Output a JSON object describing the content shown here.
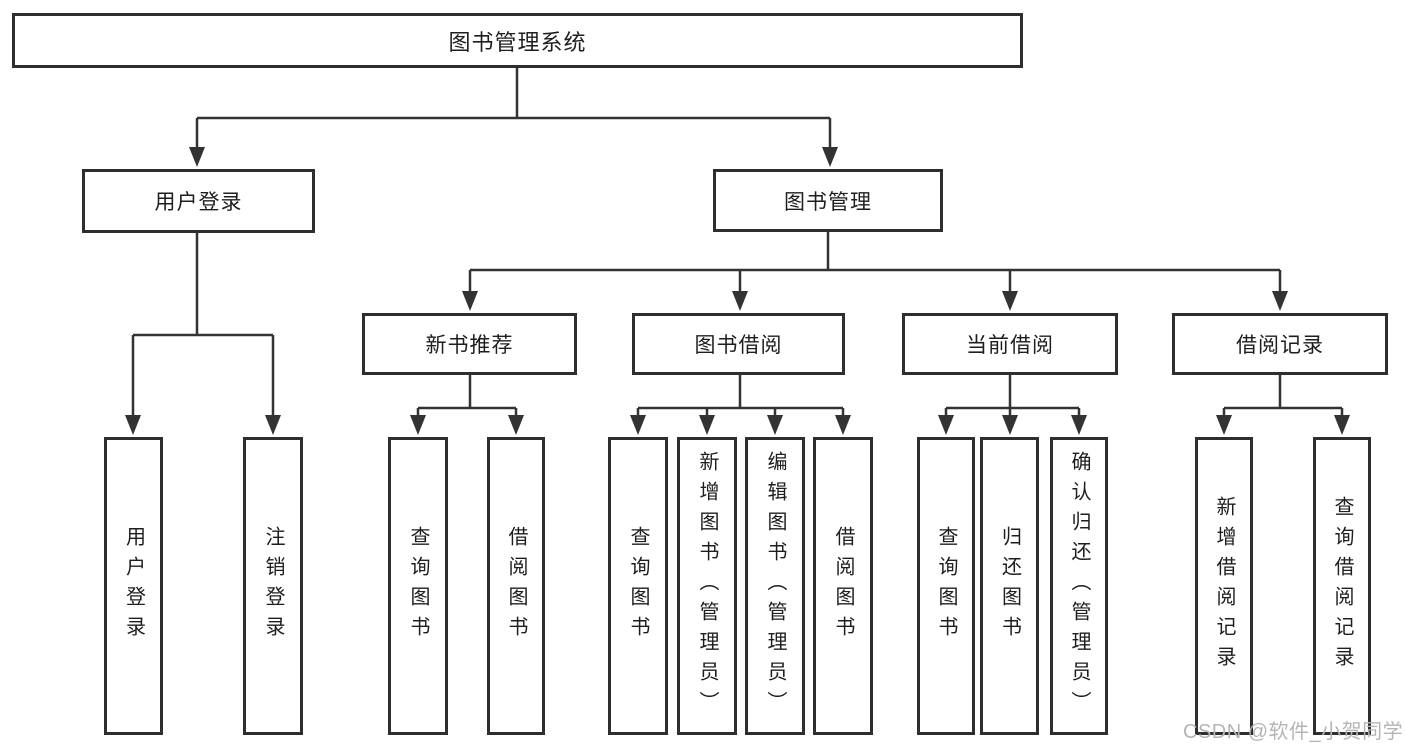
{
  "diagram": {
    "root": {
      "label": "图书管理系统",
      "children": [
        {
          "label": "用户登录",
          "children": [
            {
              "label": "用户登录"
            },
            {
              "label": "注销登录"
            }
          ]
        },
        {
          "label": "图书管理",
          "children": [
            {
              "label": "新书推荐",
              "children": [
                {
                  "label": "查询图书"
                },
                {
                  "label": "借阅图书"
                }
              ]
            },
            {
              "label": "图书借阅",
              "children": [
                {
                  "label": "查询图书"
                },
                {
                  "label": "新增图书（管理员）"
                },
                {
                  "label": "编辑图书（管理员）"
                },
                {
                  "label": "借阅图书"
                }
              ]
            },
            {
              "label": "当前借阅",
              "children": [
                {
                  "label": "查询图书"
                },
                {
                  "label": "归还图书"
                },
                {
                  "label": "确认归还（管理员）"
                }
              ]
            },
            {
              "label": "借阅记录",
              "children": [
                {
                  "label": "新增借阅记录"
                },
                {
                  "label": "查询借阅记录"
                }
              ]
            }
          ]
        }
      ]
    }
  },
  "watermark": {
    "text": "CSDN @软件_小贺同学"
  },
  "colors": {
    "line": "#333333",
    "border": "#2e2e2e",
    "fill": "#ffffff",
    "text": "#1e1e1e",
    "watermark": "#b5b5b5",
    "background": "#ffffff"
  }
}
